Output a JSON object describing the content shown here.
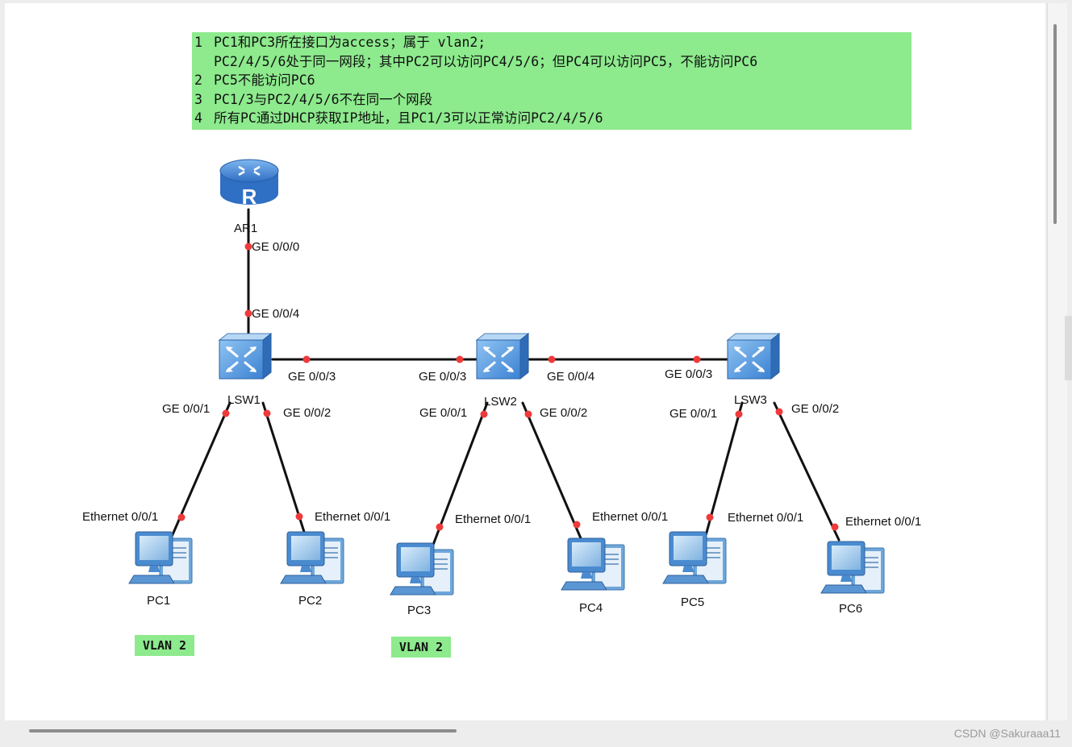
{
  "notes": [
    {
      "num": "1",
      "text": "PC1和PC3所在接口为access；属于 vlan2;"
    },
    {
      "num": "",
      "text": "PC2/4/5/6处于同一网段；其中PC2可以访问PC4/5/6；但PC4可以访问PC5，不能访问PC6"
    },
    {
      "num": "2",
      "text": "PC5不能访问PC6"
    },
    {
      "num": "3",
      "text": "PC1/3与PC2/4/5/6不在同一个网段"
    },
    {
      "num": "4",
      "text": "所有PC通过DHCP获取IP地址，且PC1/3可以正常访问PC2/4/5/6"
    }
  ],
  "devices": {
    "ar1": "AR1",
    "lsw1": "LSW1",
    "lsw2": "LSW2",
    "lsw3": "LSW3",
    "pc1": "PC1",
    "pc2": "PC2",
    "pc3": "PC3",
    "pc4": "PC4",
    "pc5": "PC5",
    "pc6": "PC6"
  },
  "ports": {
    "ar1_ge000": "GE 0/0/0",
    "lsw1_ge004": "GE 0/0/4",
    "lsw1_ge003": "GE 0/0/3",
    "lsw1_ge001": "GE 0/0/1",
    "lsw1_ge002": "GE 0/0/2",
    "lsw2_ge003": "GE 0/0/3",
    "lsw2_ge004": "GE 0/0/4",
    "lsw2_ge001": "GE 0/0/1",
    "lsw2_ge002": "GE 0/0/2",
    "lsw3_ge003": "GE 0/0/3",
    "lsw3_ge001": "GE 0/0/1",
    "lsw3_ge002": "GE 0/0/2",
    "pc1_eth": "Ethernet 0/0/1",
    "pc2_eth": "Ethernet 0/0/1",
    "pc3_eth": "Ethernet 0/0/1",
    "pc4_eth": "Ethernet 0/0/1",
    "pc5_eth": "Ethernet 0/0/1",
    "pc6_eth": "Ethernet 0/0/1"
  },
  "vlan_tags": {
    "pc1": "VLAN 2",
    "pc3": "VLAN 2"
  },
  "watermark": "CSDN @Sakuraaa11",
  "colors": {
    "note_bg": "#8dea8d",
    "port_dot": "#ee3a3a",
    "link": "#111111",
    "device_blue": "#3f87d8"
  }
}
